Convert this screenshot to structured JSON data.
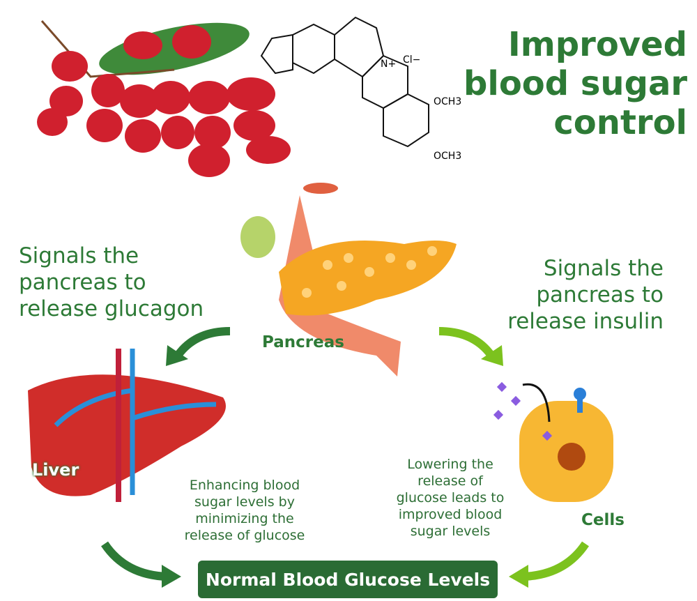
{
  "title": "Improved blood sugar control",
  "title_lines": [
    "Improved",
    "blood sugar",
    "control"
  ],
  "molecule": {
    "n_label": "N+",
    "cl_label": "Cl−",
    "och3_top": "OCH3",
    "och3_bottom": "OCH3"
  },
  "left_signal": [
    "Signals the",
    "pancreas to",
    "release glucagon"
  ],
  "right_signal": [
    "Signals the",
    "pancreas to",
    "release insulin"
  ],
  "labels": {
    "pancreas": "Pancreas",
    "liver": "Liver",
    "cells": "Cells"
  },
  "liver_effect": [
    "Enhancing blood",
    "sugar levels by",
    "minimizing the",
    "release of glucose"
  ],
  "cells_effect": [
    "Lowering the",
    "release of",
    "glucose leads to",
    "improved blood",
    "sugar levels"
  ],
  "result": "Normal Blood Glucose Levels",
  "colors": {
    "green_text": "#2d7a36",
    "button": "#2a6b34",
    "arrow_dark": "#2d7a36",
    "arrow_light": "#7cc21e"
  }
}
